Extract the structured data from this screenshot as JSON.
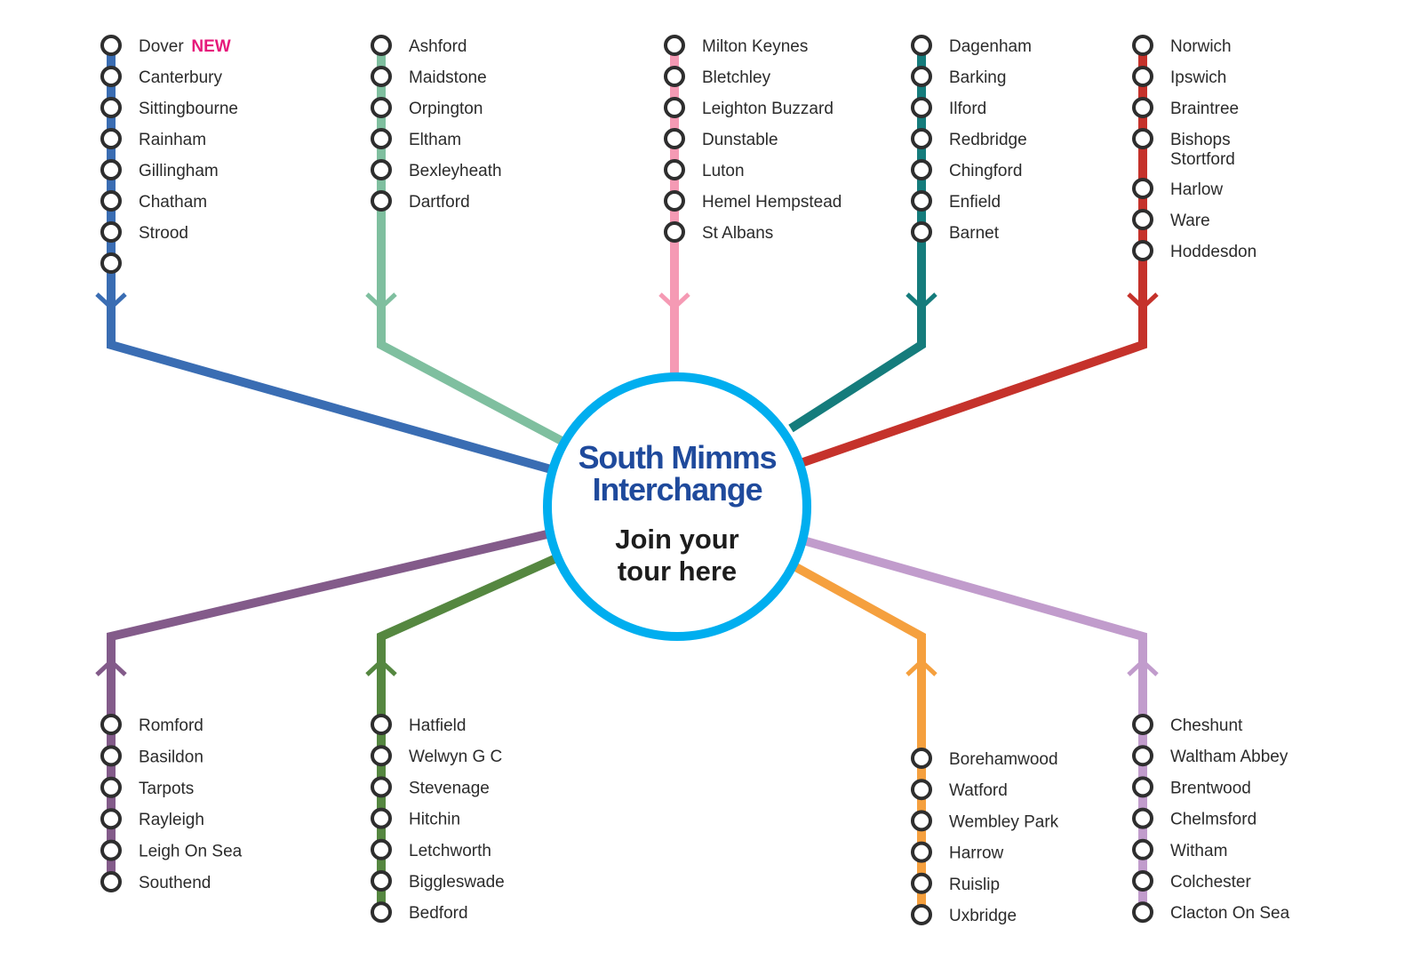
{
  "hub": {
    "title_line1": "South Mimms",
    "title_line2": "Interchange",
    "subtitle_line1": "Join your",
    "subtitle_line2": "tour here",
    "ring_color": "#00aeef",
    "title_color": "#1f4a9c"
  },
  "new_tag": {
    "text": "NEW",
    "color": "#e6197b"
  },
  "routes": [
    {
      "id": "dover",
      "color": "#3a6db3",
      "direction": "inbound",
      "stops": [
        "Dover",
        "Canterbury",
        "Sittingbourne",
        "Rainham",
        "Gillingham",
        "Chatham",
        "Strood",
        ""
      ]
    },
    {
      "id": "ashford",
      "color": "#7fbf9f",
      "direction": "inbound",
      "stops": [
        "Ashford",
        "Maidstone",
        "Orpington",
        "Eltham",
        "Bexleyheath",
        "Dartford"
      ]
    },
    {
      "id": "milton-keynes",
      "color": "#f59ab4",
      "direction": "inbound",
      "stops": [
        "Milton Keynes",
        "Bletchley",
        "Leighton Buzzard",
        "Dunstable",
        "Luton",
        "Hemel Hempstead",
        "St Albans"
      ]
    },
    {
      "id": "dagenham",
      "color": "#157c7c",
      "direction": "inbound",
      "stops": [
        "Dagenham",
        "Barking",
        "Ilford",
        "Redbridge",
        "Chingford",
        "Enfield",
        "Barnet"
      ]
    },
    {
      "id": "norwich",
      "color": "#c5322b",
      "direction": "inbound",
      "stops": [
        "Norwich",
        "Ipswich",
        "Braintree",
        "Bishops Stortford",
        "Harlow",
        "Ware",
        "Hoddesdon"
      ]
    },
    {
      "id": "romford",
      "color": "#835b8a",
      "direction": "outbound",
      "stops": [
        "Romford",
        "Basildon",
        "Tarpots",
        "Rayleigh",
        "Leigh On Sea",
        "Southend"
      ]
    },
    {
      "id": "hatfield",
      "color": "#558740",
      "direction": "outbound",
      "stops": [
        "Hatfield",
        "Welwyn G C",
        "Stevenage",
        "Hitchin",
        "Letchworth",
        "Biggleswade",
        "Bedford"
      ]
    },
    {
      "id": "borehamwood",
      "color": "#f5a03e",
      "direction": "outbound",
      "stops": [
        "Borehamwood",
        "Watford",
        "Wembley Park",
        "Harrow",
        "Ruislip",
        "Uxbridge"
      ]
    },
    {
      "id": "cheshunt",
      "color": "#c19ccc",
      "direction": "outbound",
      "stops": [
        "Cheshunt",
        "Waltham Abbey",
        "Brentwood",
        "Chelmsford",
        "Witham",
        "Colchester",
        "Clacton On Sea"
      ]
    }
  ]
}
